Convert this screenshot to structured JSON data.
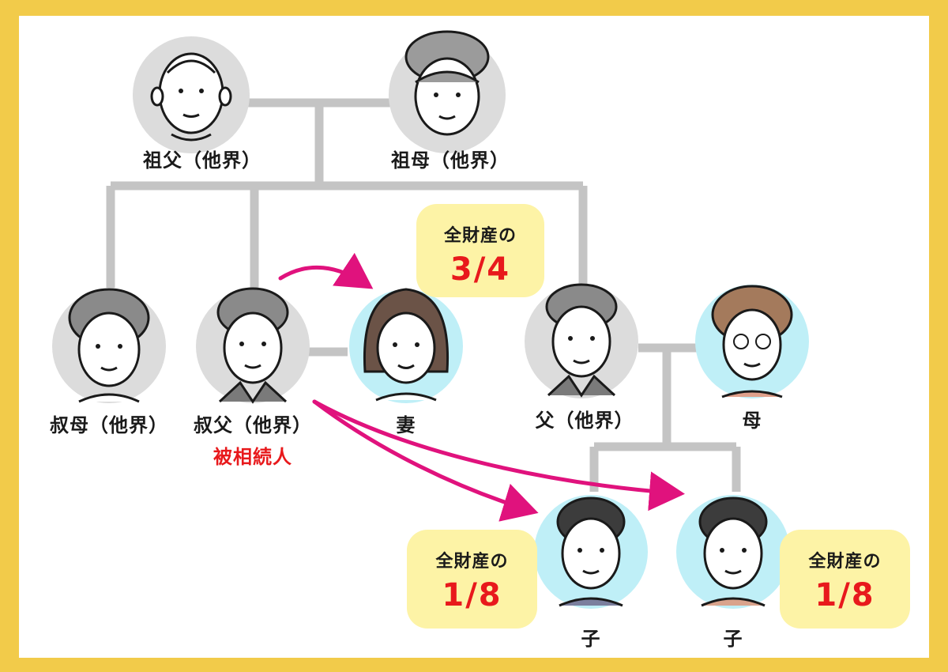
{
  "colors": {
    "frame": "#f2cb4a",
    "line": "#c4c4c4",
    "arrow": "#e0127d",
    "share_bg": "#fdf3a6",
    "highlight": "#e8191c",
    "deceased_circle": "#dcdcdc",
    "living_circle": "#bfeff7"
  },
  "people": {
    "grandfather": {
      "label": "祖父（他界）"
    },
    "grandmother": {
      "label": "祖母（他界）"
    },
    "aunt": {
      "label": "叔母（他界）"
    },
    "uncle": {
      "label": "叔父（他界）",
      "sublabel": "被相続人"
    },
    "wife": {
      "label": "妻"
    },
    "father": {
      "label": "父（他界）"
    },
    "mother": {
      "label": "母"
    },
    "child1": {
      "label": "子"
    },
    "child2": {
      "label": "子"
    }
  },
  "shares": {
    "wife": {
      "caption": "全財産の",
      "fraction": "3/4"
    },
    "child1": {
      "caption": "全財産の",
      "fraction": "1/8"
    },
    "child2": {
      "caption": "全財産の",
      "fraction": "1/8"
    }
  }
}
